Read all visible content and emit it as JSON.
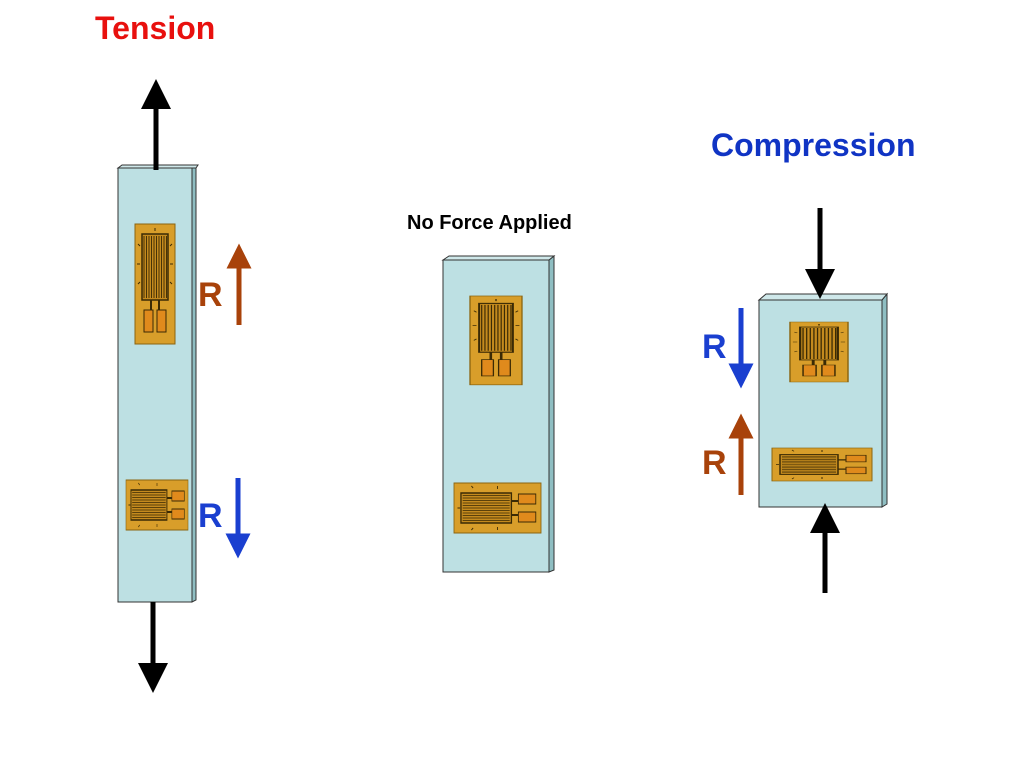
{
  "titles": {
    "tension": "Tension",
    "no_force": "No Force Applied",
    "compression": "Compression"
  },
  "resistance_symbol": "R",
  "colors": {
    "tension_title": "#e8100e",
    "compression_title": "#1034c4",
    "resistance_increase": "#a8420a",
    "resistance_decrease": "#1a3fd0",
    "specimen_face": "#bde0e3",
    "specimen_side": "#8fbec2",
    "gauge_backing": "#d89e2a",
    "force_arrow": "#000000"
  },
  "panels": [
    {
      "id": "tension",
      "gauges": [
        {
          "orientation": "vertical",
          "resistance_change": "increase"
        },
        {
          "orientation": "horizontal",
          "resistance_change": "decrease"
        }
      ]
    },
    {
      "id": "no-force",
      "gauges": [
        {
          "orientation": "vertical",
          "resistance_change": "none"
        },
        {
          "orientation": "horizontal",
          "resistance_change": "none"
        }
      ]
    },
    {
      "id": "compression",
      "gauges": [
        {
          "orientation": "vertical",
          "resistance_change": "decrease"
        },
        {
          "orientation": "horizontal",
          "resistance_change": "increase"
        }
      ]
    }
  ]
}
